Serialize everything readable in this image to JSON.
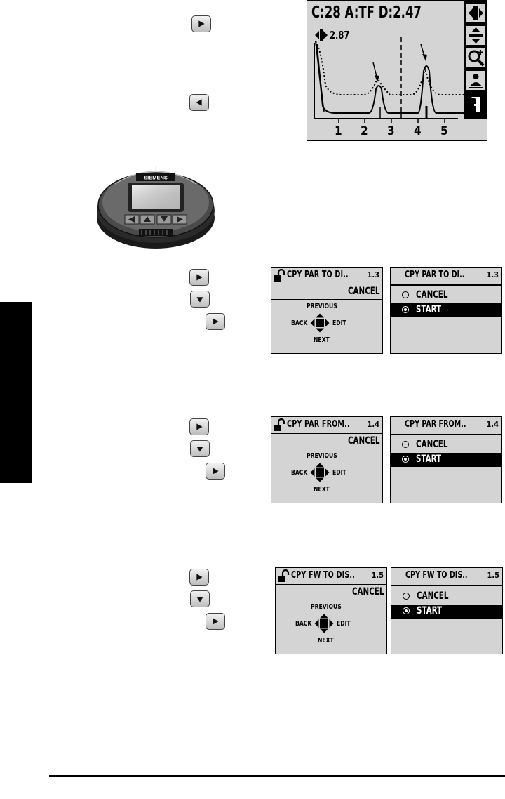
{
  "echo_screen": {
    "status_line": "C:28   A:TF D:2.47",
    "cursor_value": "2.87",
    "axis_ticks": [
      "1",
      "2",
      "3",
      "4",
      "5"
    ],
    "tools": [
      "pan-icon",
      "vertical-scale-icon",
      "zoom-icon",
      "user-icon",
      "exit-icon"
    ]
  },
  "device": {
    "brand": "SIEMENS"
  },
  "nav": {
    "previous": "PREVIOUS",
    "back": "BACK",
    "edit": "EDIT",
    "next": "NEXT"
  },
  "sections": [
    {
      "id": "1.3",
      "title": "CPY PAR TO  DI..",
      "title_alt": "CPY PAR TO DI..",
      "number": "1.3",
      "current_value": "CANCEL",
      "options": [
        {
          "label": "CANCEL",
          "selected": false
        },
        {
          "label": "START",
          "selected": true
        }
      ]
    },
    {
      "id": "1.4",
      "title": "CPY PAR FROM..",
      "title_alt": "CPY PAR FROM..",
      "number": "1.4",
      "current_value": "CANCEL",
      "options": [
        {
          "label": "CANCEL",
          "selected": false
        },
        {
          "label": "START",
          "selected": true
        }
      ]
    },
    {
      "id": "1.5",
      "title": "CPY FW TO  DIS..",
      "title_alt": "CPY FW TO DIS..",
      "number": "1.5",
      "current_value": "CANCEL",
      "options": [
        {
          "label": "CANCEL",
          "selected": false
        },
        {
          "label": "START",
          "selected": true
        }
      ]
    }
  ]
}
